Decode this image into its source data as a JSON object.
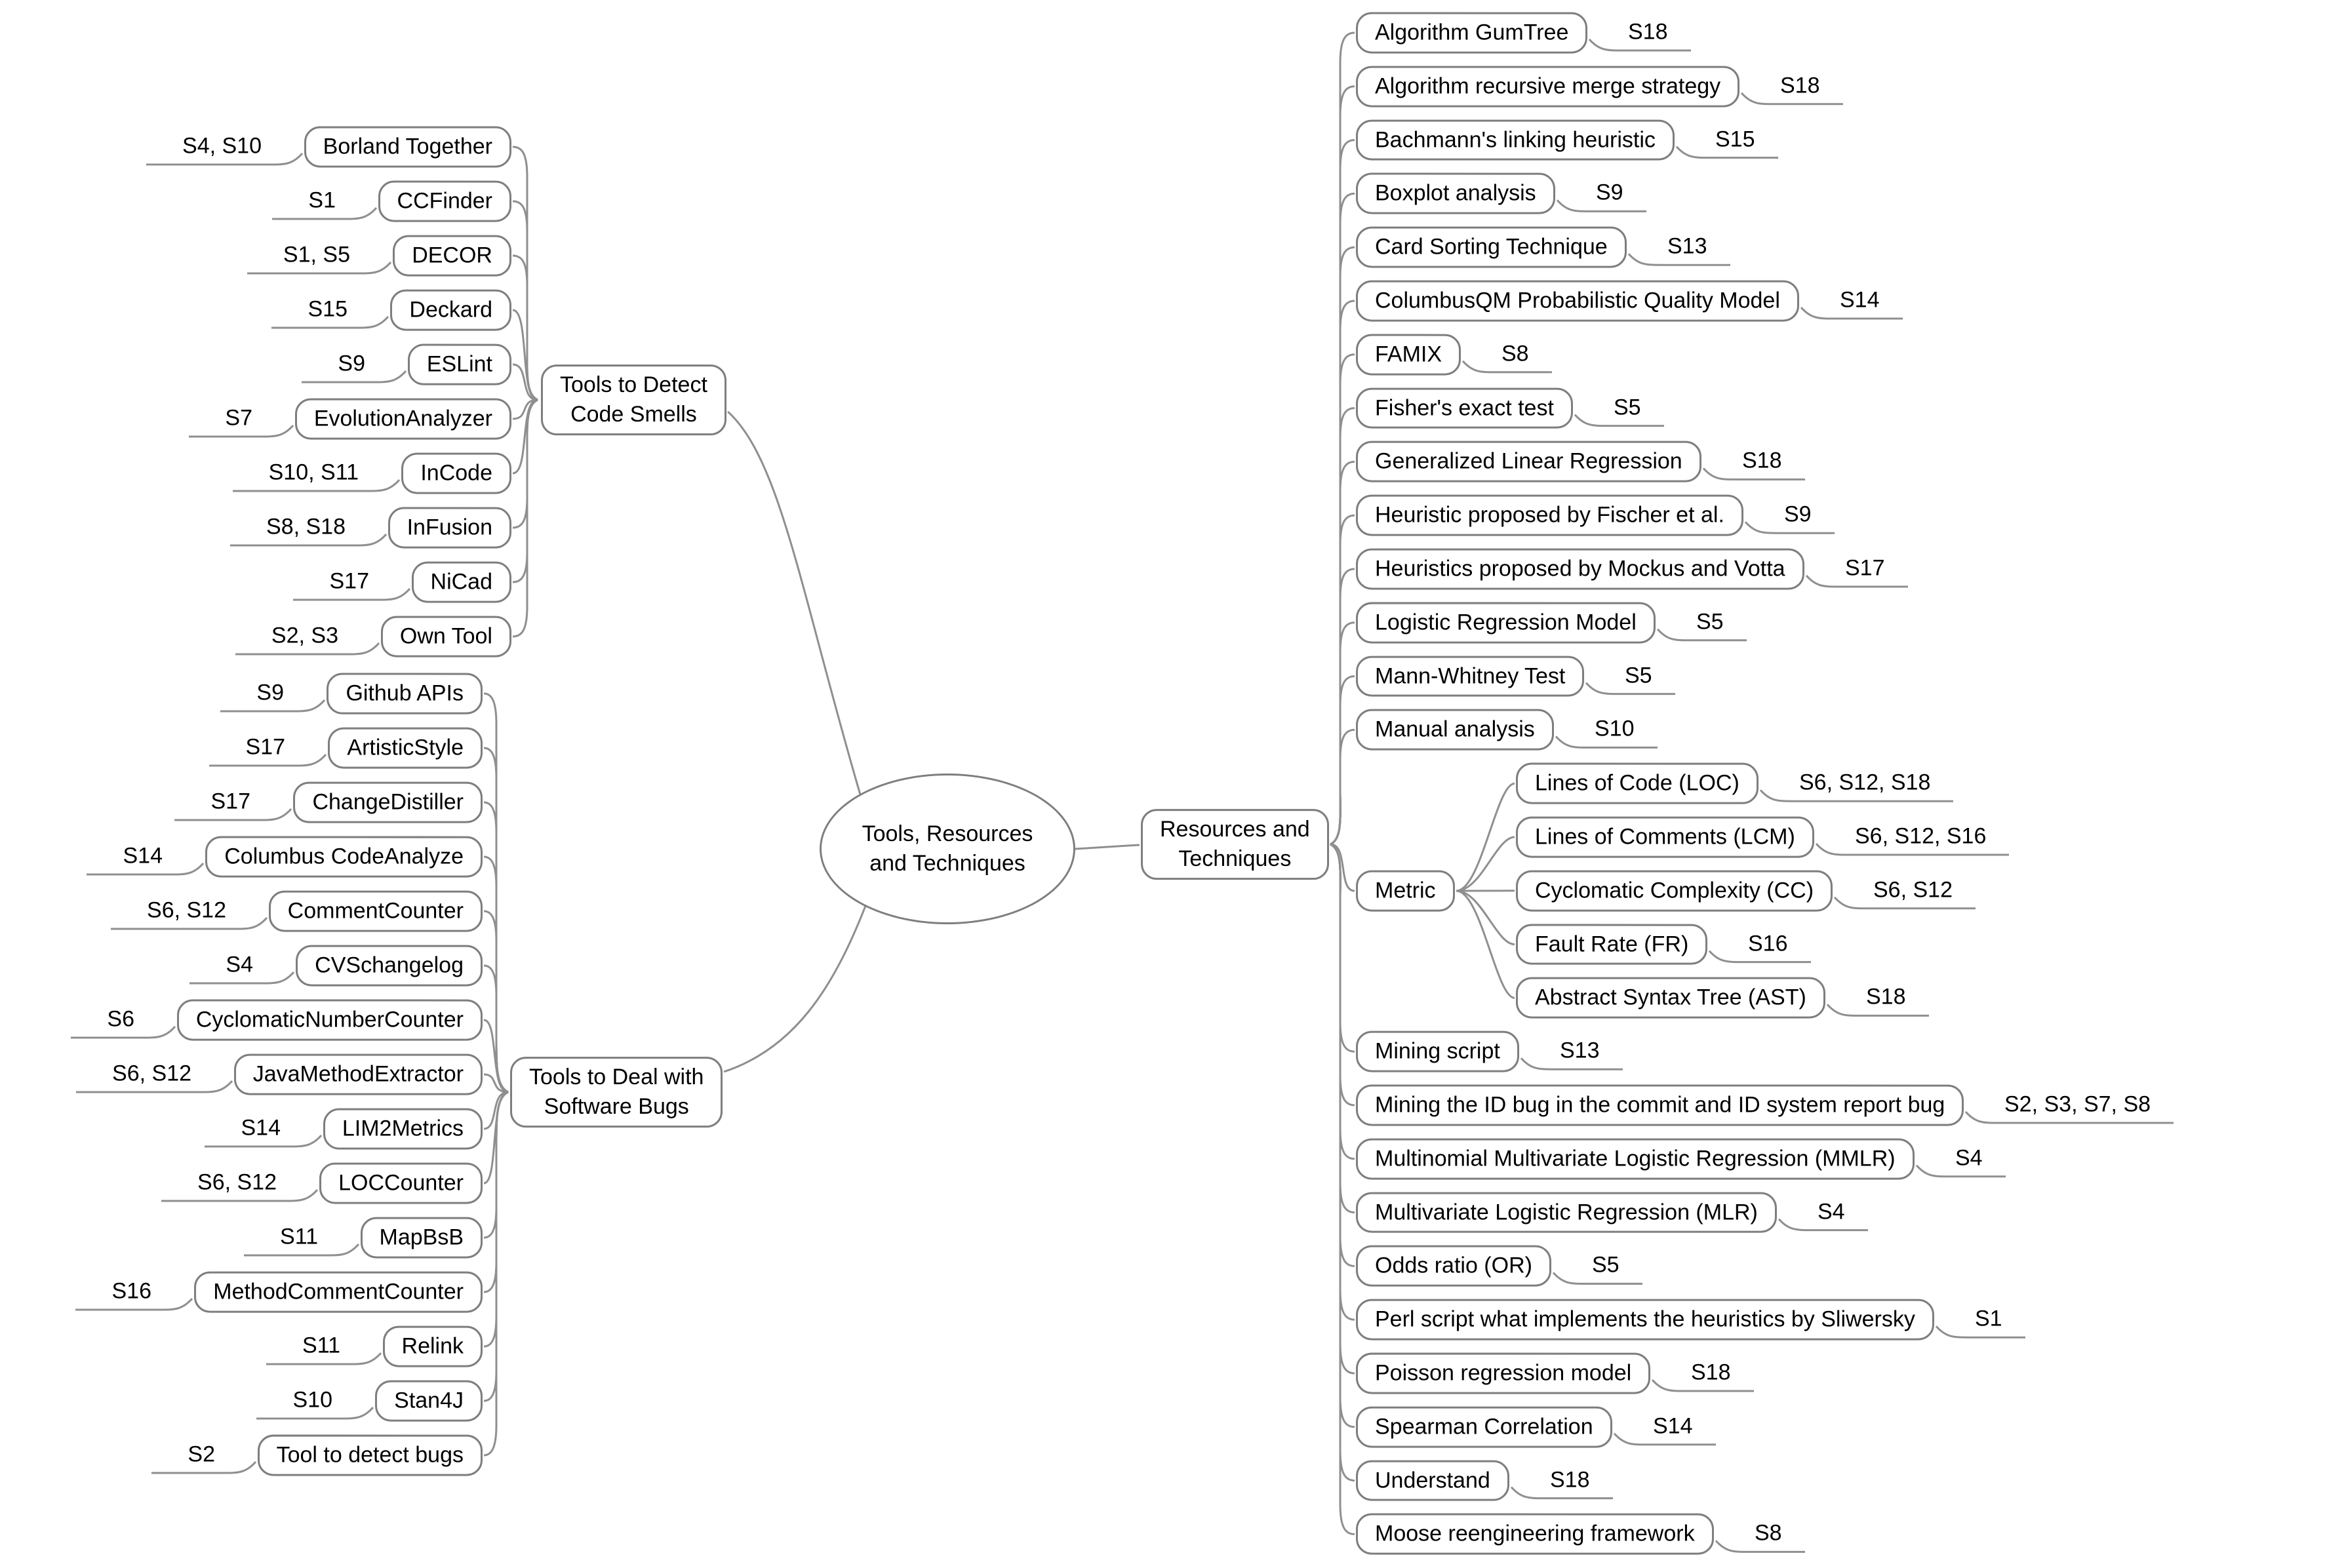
{
  "colors": {
    "line": "#8f8f8f",
    "node_border": "#7e7e7e",
    "node_background": "#ffffff",
    "text": "#000000"
  },
  "root": {
    "label": "Tools, Resources\nand Techniques"
  },
  "branches": {
    "code_smells": {
      "label": "Tools to Detect\nCode Smells",
      "children": [
        {
          "label": "Borland Together",
          "refs": "S4, S10"
        },
        {
          "label": "CCFinder",
          "refs": "S1"
        },
        {
          "label": "DECOR",
          "refs": "S1, S5"
        },
        {
          "label": "Deckard",
          "refs": "S15"
        },
        {
          "label": "ESLint",
          "refs": "S9"
        },
        {
          "label": "EvolutionAnalyzer",
          "refs": "S7"
        },
        {
          "label": "InCode",
          "refs": "S10, S11"
        },
        {
          "label": "InFusion",
          "refs": "S8, S18"
        },
        {
          "label": "NiCad",
          "refs": "S17"
        },
        {
          "label": "Own Tool",
          "refs": "S2, S3"
        }
      ]
    },
    "software_bugs": {
      "label": "Tools to Deal with\nSoftware Bugs",
      "children": [
        {
          "label": "Github APIs",
          "refs": "S9"
        },
        {
          "label": "ArtisticStyle",
          "refs": "S17"
        },
        {
          "label": "ChangeDistiller",
          "refs": "S17"
        },
        {
          "label": "Columbus CodeAnalyze",
          "refs": "S14"
        },
        {
          "label": "CommentCounter",
          "refs": "S6, S12"
        },
        {
          "label": "CVSchangelog",
          "refs": "S4"
        },
        {
          "label": "CyclomaticNumberCounter",
          "refs": "S6"
        },
        {
          "label": "JavaMethodExtractor",
          "refs": "S6, S12"
        },
        {
          "label": "LIM2Metrics",
          "refs": "S14"
        },
        {
          "label": "LOCCounter",
          "refs": "S6, S12"
        },
        {
          "label": "MapBsB",
          "refs": "S11"
        },
        {
          "label": "MethodCommentCounter",
          "refs": "S16"
        },
        {
          "label": "Relink",
          "refs": "S11"
        },
        {
          "label": "Stan4J",
          "refs": "S10"
        },
        {
          "label": "Tool to detect bugs",
          "refs": "S2"
        }
      ]
    },
    "resources": {
      "label": "Resources and\nTechniques",
      "children": [
        {
          "label": "Algorithm GumTree",
          "refs": "S18"
        },
        {
          "label": "Algorithm recursive merge strategy",
          "refs": "S18"
        },
        {
          "label": "Bachmann's linking heuristic",
          "refs": "S15"
        },
        {
          "label": "Boxplot analysis",
          "refs": "S9"
        },
        {
          "label": "Card Sorting Technique",
          "refs": "S13"
        },
        {
          "label": "ColumbusQM Probabilistic Quality Model",
          "refs": "S14"
        },
        {
          "label": "FAMIX",
          "refs": "S8"
        },
        {
          "label": "Fisher's exact test",
          "refs": "S5"
        },
        {
          "label": "Generalized Linear Regression",
          "refs": "S18"
        },
        {
          "label": "Heuristic proposed by Fischer et al.",
          "refs": "S9"
        },
        {
          "label": "Heuristics proposed by Mockus and Votta",
          "refs": "S17"
        },
        {
          "label": "Logistic Regression Model",
          "refs": "S5"
        },
        {
          "label": "Mann-Whitney Test",
          "refs": "S5"
        },
        {
          "label": "Manual analysis",
          "refs": "S10"
        },
        {
          "label": "Metric",
          "children": [
            {
              "label": "Lines of Code (LOC)",
              "refs": "S6, S12, S18"
            },
            {
              "label": "Lines of Comments (LCM)",
              "refs": "S6, S12, S16"
            },
            {
              "label": "Cyclomatic Complexity (CC)",
              "refs": "S6, S12"
            },
            {
              "label": "Fault Rate (FR)",
              "refs": "S16"
            },
            {
              "label": "Abstract Syntax Tree (AST)",
              "refs": "S18"
            }
          ]
        },
        {
          "label": "Mining script",
          "refs": "S13"
        },
        {
          "label": "Mining the ID bug in the commit and ID system report bug",
          "refs": "S2, S3, S7, S8"
        },
        {
          "label": "Multinomial Multivariate Logistic Regression (MMLR)",
          "refs": "S4"
        },
        {
          "label": "Multivariate Logistic Regression (MLR)",
          "refs": "S4"
        },
        {
          "label": "Odds ratio (OR)",
          "refs": "S5"
        },
        {
          "label": "Perl script what implements the heuristics by Sliwersky",
          "refs": "S1"
        },
        {
          "label": "Poisson regression model",
          "refs": "S18"
        },
        {
          "label": "Spearman Correlation",
          "refs": "S14"
        },
        {
          "label": "Understand",
          "refs": "S18"
        },
        {
          "label": "Moose reengineering framework",
          "refs": "S8"
        }
      ]
    }
  }
}
